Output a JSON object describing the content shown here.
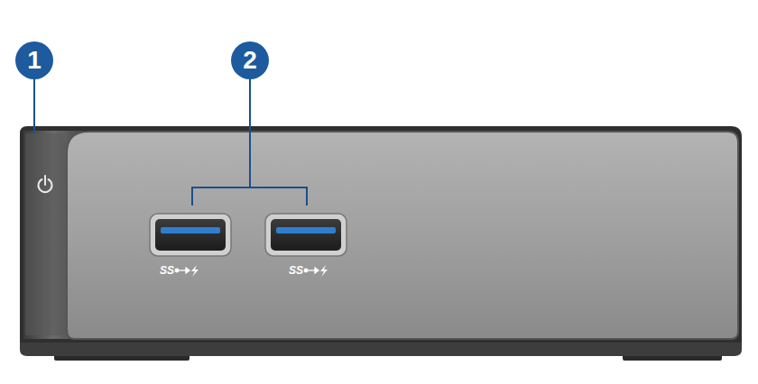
{
  "diagram": {
    "labels": [
      "1",
      "2",
      "SS",
      "SS"
    ]
  }
}
